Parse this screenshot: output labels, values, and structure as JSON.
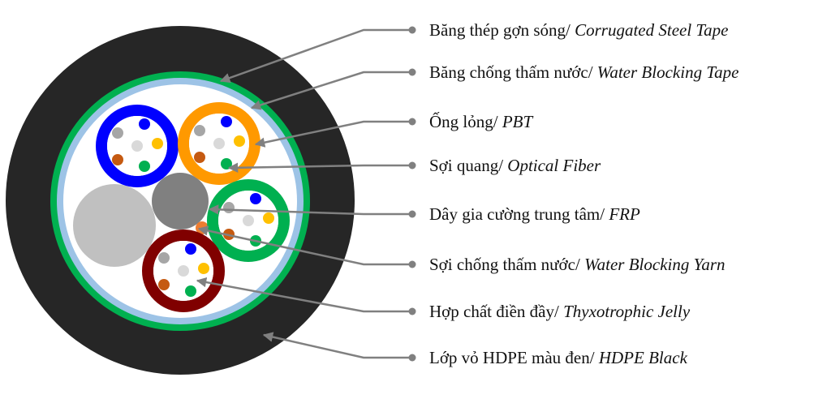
{
  "title": "Cấu tạo cáp quang / Optical cable cross-section",
  "labels": [
    {
      "vi": "Băng thép gợn sóng/ ",
      "en": "Corrugated Steel Tape"
    },
    {
      "vi": "Băng chống thấm nước/ ",
      "en": "Water Blocking Tape"
    },
    {
      "vi": "Ống lỏng/ ",
      "en": "PBT"
    },
    {
      "vi": "Sợi quang/ ",
      "en": "Optical Fiber"
    },
    {
      "vi": "Dây gia cường trung tâm/ ",
      "en": "FRP"
    },
    {
      "vi": "Sợi chống thấm nước/ ",
      "en": "Water Blocking Yarn"
    },
    {
      "vi": "Hợp chất điền đầy/ ",
      "en": "Thyxotrophic Jelly"
    },
    {
      "vi": "Lớp vỏ HDPE màu đen/ ",
      "en": "HDPE Black"
    }
  ],
  "colors": {
    "jacket": "#262626",
    "steel_tape": "#00b050",
    "water_tape": "#9dc3e6",
    "filler": "#c0c0c0",
    "frp": "#808080",
    "yarn": "#ed7d31",
    "leader": "#808080",
    "tubes": [
      "#0000ff",
      "#ff9900",
      "#00b050",
      "#800000"
    ],
    "fibers": [
      "#a6a6a6",
      "#0000ff",
      "#ffc000",
      "#d9d9d9",
      "#c55a11",
      "#00b050"
    ]
  }
}
